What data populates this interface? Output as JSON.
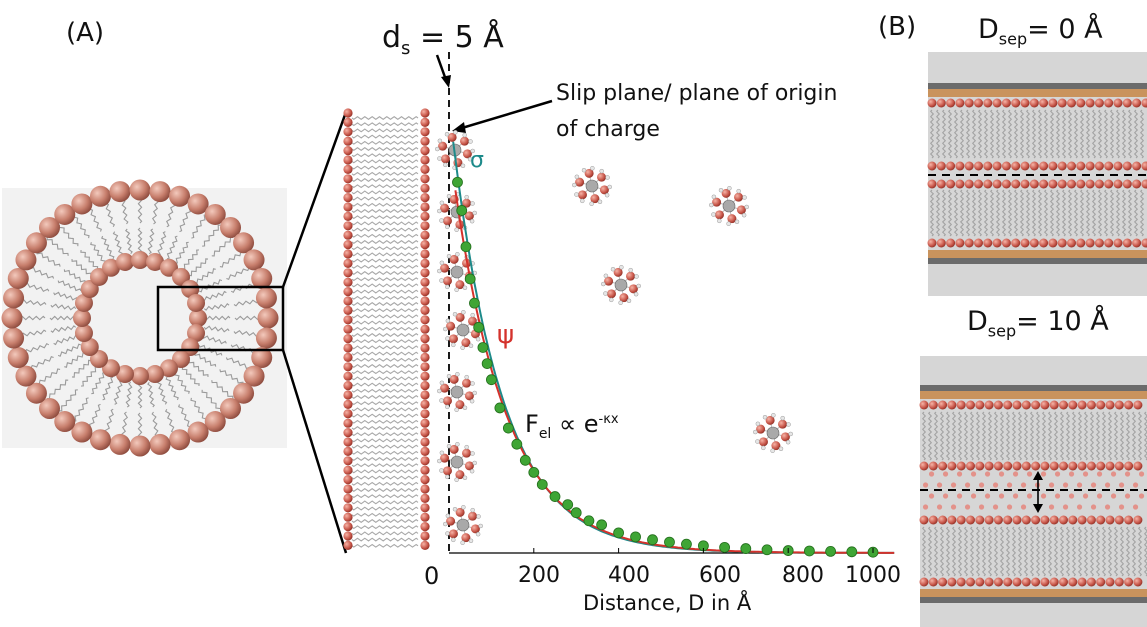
{
  "panel_a": {
    "label": "(A)",
    "ds_label": {
      "prefix": "d",
      "sub": "s",
      "suffix": " =  5 Å"
    },
    "slip_plane_line1": "Slip plane/ plane of origin",
    "slip_plane_line2": "of charge",
    "sigma": "σ",
    "psi": "ψ",
    "force_label": {
      "prefix": "F",
      "sub": "el",
      "mid": " ∝  e",
      "sup": "-κx"
    },
    "origin_label": "0",
    "xlabel": "Distance, D in Å",
    "xticks": [
      "200",
      "400",
      "600",
      "800",
      "1000"
    ]
  },
  "panel_b": {
    "label": "(B)",
    "top": {
      "prefix": "D",
      "sub": "sep",
      "suffix": "= 0 Å"
    },
    "bottom": {
      "prefix": "D",
      "sub": "sep",
      "suffix": "= 10 Å"
    }
  },
  "colors": {
    "head": "#c8574a",
    "head_vesicle": "#c77e6c",
    "sigma_curve": "#1d8a8a",
    "psi_curve": "#d4322c",
    "data_points": "#3fa535",
    "tail": "#9a9a9a",
    "gold_band": "#c9935d",
    "dark_band": "#6b6b6b"
  },
  "chart_data": {
    "type": "scatter",
    "xlabel": "Distance, D in Å",
    "xlim": [
      0,
      1050
    ],
    "xticks": [
      200,
      400,
      600,
      800,
      1000
    ],
    "decay_length": 125,
    "series": [
      {
        "values": [
          [
            20,
            0.92
          ],
          [
            30,
            0.85
          ],
          [
            40,
            0.76
          ],
          [
            50,
            0.68
          ],
          [
            60,
            0.62
          ],
          [
            70,
            0.56
          ],
          [
            80,
            0.51
          ],
          [
            90,
            0.47
          ],
          [
            100,
            0.43
          ],
          [
            120,
            0.36
          ],
          [
            140,
            0.31
          ],
          [
            160,
            0.27
          ],
          [
            180,
            0.23
          ],
          [
            200,
            0.2
          ],
          [
            220,
            0.17
          ],
          [
            250,
            0.14
          ],
          [
            280,
            0.12
          ],
          [
            300,
            0.1
          ],
          [
            330,
            0.08
          ],
          [
            360,
            0.07
          ],
          [
            400,
            0.05
          ],
          [
            440,
            0.04
          ],
          [
            480,
            0.033
          ],
          [
            520,
            0.027
          ],
          [
            560,
            0.022
          ],
          [
            600,
            0.018
          ],
          [
            650,
            0.014
          ],
          [
            700,
            0.011
          ],
          [
            750,
            0.008
          ],
          [
            800,
            0.006
          ],
          [
            850,
            0.005
          ],
          [
            900,
            0.004
          ],
          [
            950,
            0.003
          ],
          [
            1000,
            0.002
          ]
        ]
      }
    ]
  }
}
